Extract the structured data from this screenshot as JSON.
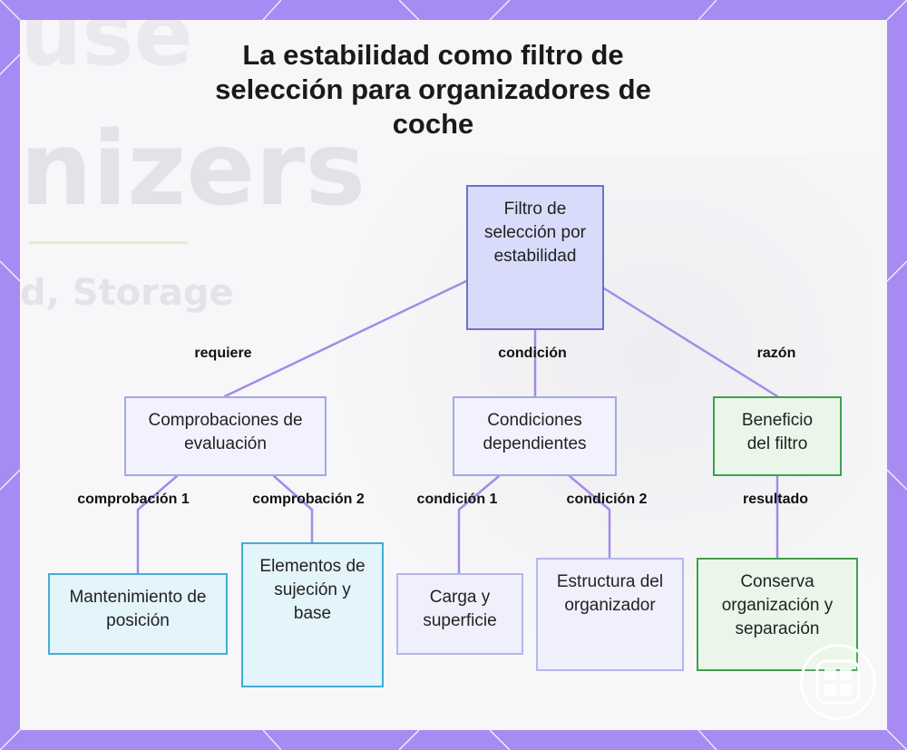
{
  "title": "La estabilidad como filtro de selección para organizadores de coche",
  "background_ghost_text": [
    "use",
    "nizers",
    "d, Storage"
  ],
  "nodes": {
    "root": "Filtro de selección por estabilidad",
    "checks": "Comprobaciones de evaluación",
    "conditions": "Condiciones dependientes",
    "benefit": "Beneficio del filtro",
    "position": "Mantenimiento de posición",
    "fastening": "Elementos de sujeción y base",
    "load": "Carga y superficie",
    "structure": "Estructura del organizador",
    "result": "Conserva organización y separación"
  },
  "edge_labels": {
    "requires": "requiere",
    "condition": "condición",
    "reason": "razón",
    "check1": "comprobación 1",
    "check2": "comprobación 2",
    "cond1": "condición 1",
    "cond2": "condición 2",
    "result": "resultado"
  },
  "colors": {
    "frame": "#a68cf2",
    "edge": "#a58ae8",
    "root_fill": "#d9dbfb",
    "green_border": "#3fa04a",
    "cyan_border": "#41aed2"
  },
  "logo_icon": "grid-app-icon"
}
